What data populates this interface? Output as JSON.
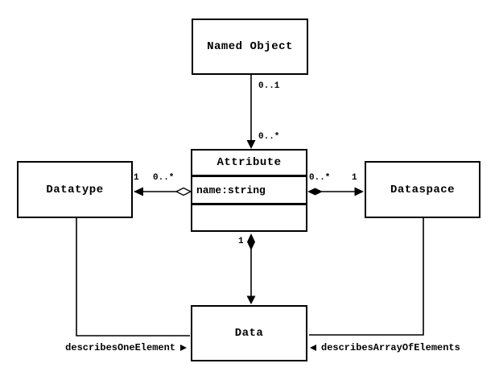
{
  "colors": {
    "line": "#000000",
    "background": "#ffffff",
    "class_fill": "#ffffff"
  },
  "diagram": {
    "type": "uml-class-diagram",
    "classes": {
      "named_object": {
        "name": "Named Object"
      },
      "attribute": {
        "name": "Attribute",
        "attributes": [
          "name:string"
        ]
      },
      "datatype": {
        "name": "Datatype"
      },
      "dataspace": {
        "name": "Dataspace"
      },
      "data": {
        "name": "Data"
      }
    },
    "associations": {
      "named_object_attribute": {
        "source_multiplicity": "0..1",
        "target_multiplicity": "0..*"
      },
      "attribute_datatype": {
        "datatype_multiplicity": "1",
        "attribute_multiplicity": "0..*",
        "aggregation": "hollow-diamond"
      },
      "attribute_dataspace": {
        "attribute_multiplicity": "0..*",
        "dataspace_multiplicity": "1",
        "aggregation": "filled-diamond"
      },
      "attribute_data": {
        "attribute_multiplicity": "1",
        "aggregation": "filled-diamond"
      },
      "datatype_data": {
        "label": "describesOneElement",
        "direction_icon": "right-triangle"
      },
      "dataspace_data": {
        "label": "describesArrayOfElements",
        "direction_icon": "left-triangle"
      }
    }
  }
}
